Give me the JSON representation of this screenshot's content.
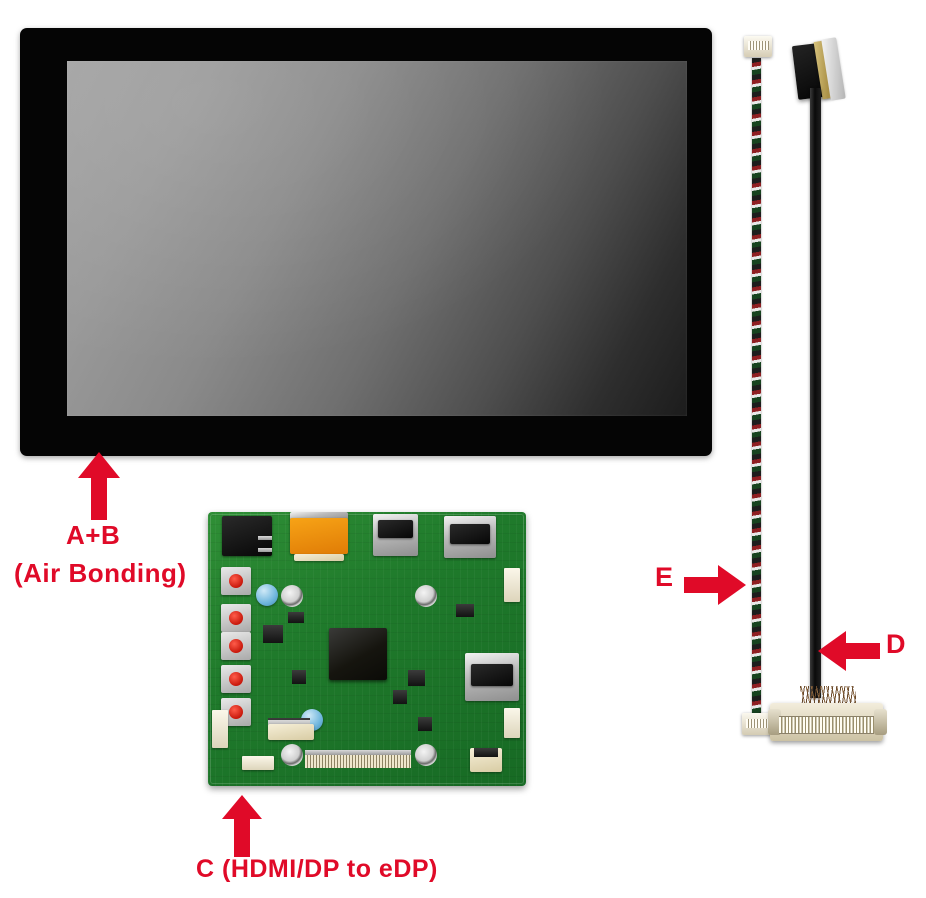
{
  "diagram": {
    "title": "Display kit component callout diagram",
    "accent_color": "#e00a28",
    "background_color": "#ffffff"
  },
  "components": {
    "display": {
      "name": "display-panel",
      "label": "A+B",
      "sublabel": "(Air Bonding)",
      "arrow_icon": "arrow-up-icon",
      "bezel_color": "#050505",
      "screen_color": "#8a8a8a"
    },
    "board": {
      "name": "controller-board",
      "label": "C (HDMI/DP to eDP)",
      "arrow_icon": "arrow-up-icon",
      "pcb_color": "#1f7a2b"
    },
    "cable_d": {
      "name": "edp-lvds-cable",
      "label": "D",
      "arrow_icon": "arrow-left-icon",
      "wire_color": "#0a0a0a"
    },
    "cable_e": {
      "name": "power-signal-cable",
      "label": "E",
      "arrow_icon": "arrow-right-icon",
      "wire_color": "#17431f"
    }
  }
}
